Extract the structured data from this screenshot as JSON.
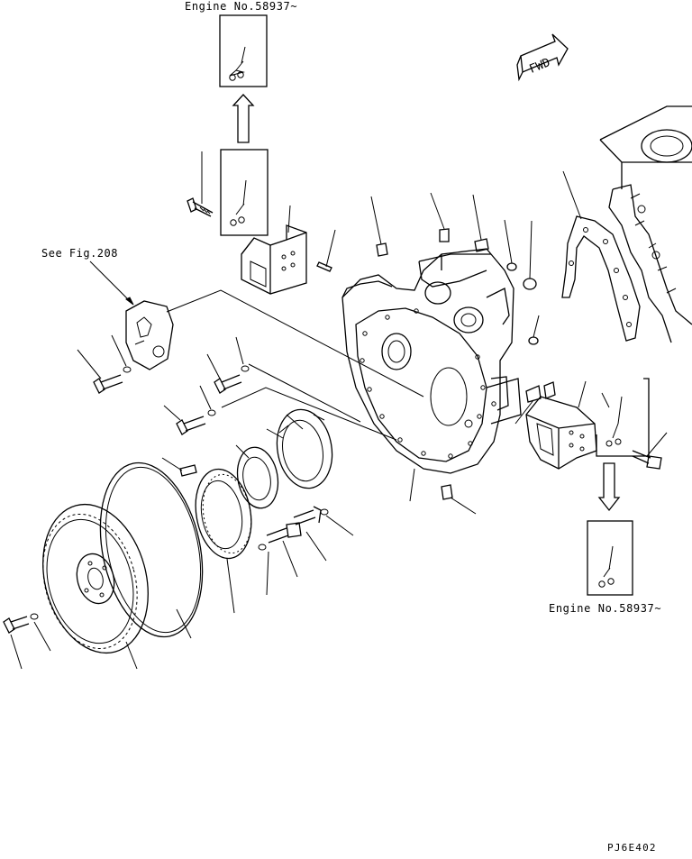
{
  "labels": {
    "engine_no_top": "Engine No.58937~",
    "engine_no_bottom": "Engine No.58937~",
    "see_fig": "See Fig.208",
    "fwd": "FWD",
    "drawing_code": "PJ6E402"
  }
}
